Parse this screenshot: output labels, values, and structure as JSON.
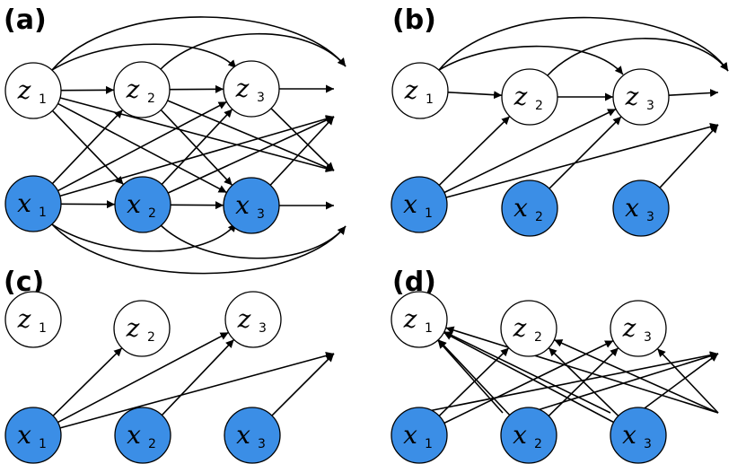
{
  "colors": {
    "observed": "#3b8ee6",
    "latent": "#ffffff",
    "stroke": "#000000"
  },
  "panels": [
    {
      "id": "a",
      "label": "(a)",
      "nodes": [
        {
          "id": "z1",
          "letter": "z",
          "sub": "1",
          "kind": "latent"
        },
        {
          "id": "z2",
          "letter": "z",
          "sub": "2",
          "kind": "latent"
        },
        {
          "id": "z3",
          "letter": "z",
          "sub": "3",
          "kind": "latent"
        },
        {
          "id": "x1",
          "letter": "x",
          "sub": "1",
          "kind": "observed"
        },
        {
          "id": "x2",
          "letter": "x",
          "sub": "2",
          "kind": "observed"
        },
        {
          "id": "x3",
          "letter": "x",
          "sub": "3",
          "kind": "observed"
        }
      ]
    },
    {
      "id": "b",
      "label": "(b)",
      "nodes": [
        {
          "id": "z1",
          "letter": "z",
          "sub": "1",
          "kind": "latent"
        },
        {
          "id": "z2",
          "letter": "z",
          "sub": "2",
          "kind": "latent"
        },
        {
          "id": "z3",
          "letter": "z",
          "sub": "3",
          "kind": "latent"
        },
        {
          "id": "x1",
          "letter": "x",
          "sub": "1",
          "kind": "observed"
        },
        {
          "id": "x2",
          "letter": "x",
          "sub": "2",
          "kind": "observed"
        },
        {
          "id": "x3",
          "letter": "x",
          "sub": "3",
          "kind": "observed"
        }
      ]
    },
    {
      "id": "c",
      "label": "(c)",
      "nodes": [
        {
          "id": "z1",
          "letter": "z",
          "sub": "1",
          "kind": "latent"
        },
        {
          "id": "z2",
          "letter": "z",
          "sub": "2",
          "kind": "latent"
        },
        {
          "id": "z3",
          "letter": "z",
          "sub": "3",
          "kind": "latent"
        },
        {
          "id": "x1",
          "letter": "x",
          "sub": "1",
          "kind": "observed"
        },
        {
          "id": "x2",
          "letter": "x",
          "sub": "2",
          "kind": "observed"
        },
        {
          "id": "x3",
          "letter": "x",
          "sub": "3",
          "kind": "observed"
        }
      ]
    },
    {
      "id": "d",
      "label": "(d)",
      "nodes": [
        {
          "id": "z1",
          "letter": "z",
          "sub": "1",
          "kind": "latent"
        },
        {
          "id": "z2",
          "letter": "z",
          "sub": "2",
          "kind": "latent"
        },
        {
          "id": "z3",
          "letter": "z",
          "sub": "3",
          "kind": "latent"
        },
        {
          "id": "x1",
          "letter": "x",
          "sub": "1",
          "kind": "observed"
        },
        {
          "id": "x2",
          "letter": "x",
          "sub": "2",
          "kind": "observed"
        },
        {
          "id": "x3",
          "letter": "x",
          "sub": "3",
          "kind": "observed"
        }
      ]
    }
  ]
}
